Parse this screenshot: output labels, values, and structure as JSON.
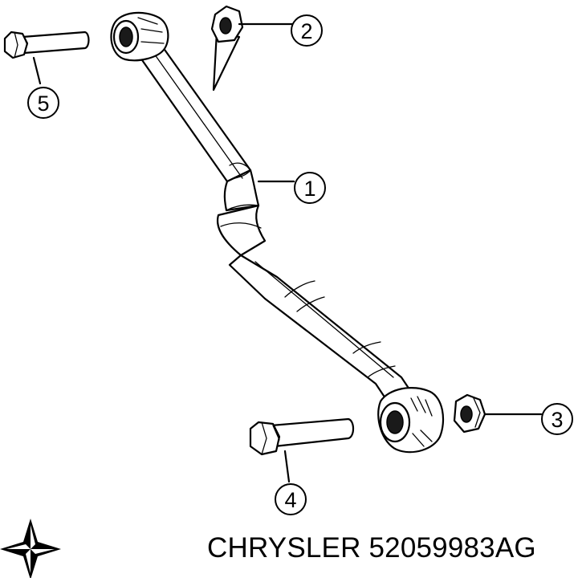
{
  "callouts": [
    {
      "number": "1"
    },
    {
      "number": "2"
    },
    {
      "number": "3"
    },
    {
      "number": "4"
    },
    {
      "number": "5"
    }
  ],
  "caption": {
    "brand": "CHRYSLER",
    "part_number": "52059983AG"
  },
  "icons": {
    "logo": "chrysler-pentastar-logo-icon"
  },
  "colors": {
    "ink": "#000000",
    "background": "#ffffff"
  }
}
